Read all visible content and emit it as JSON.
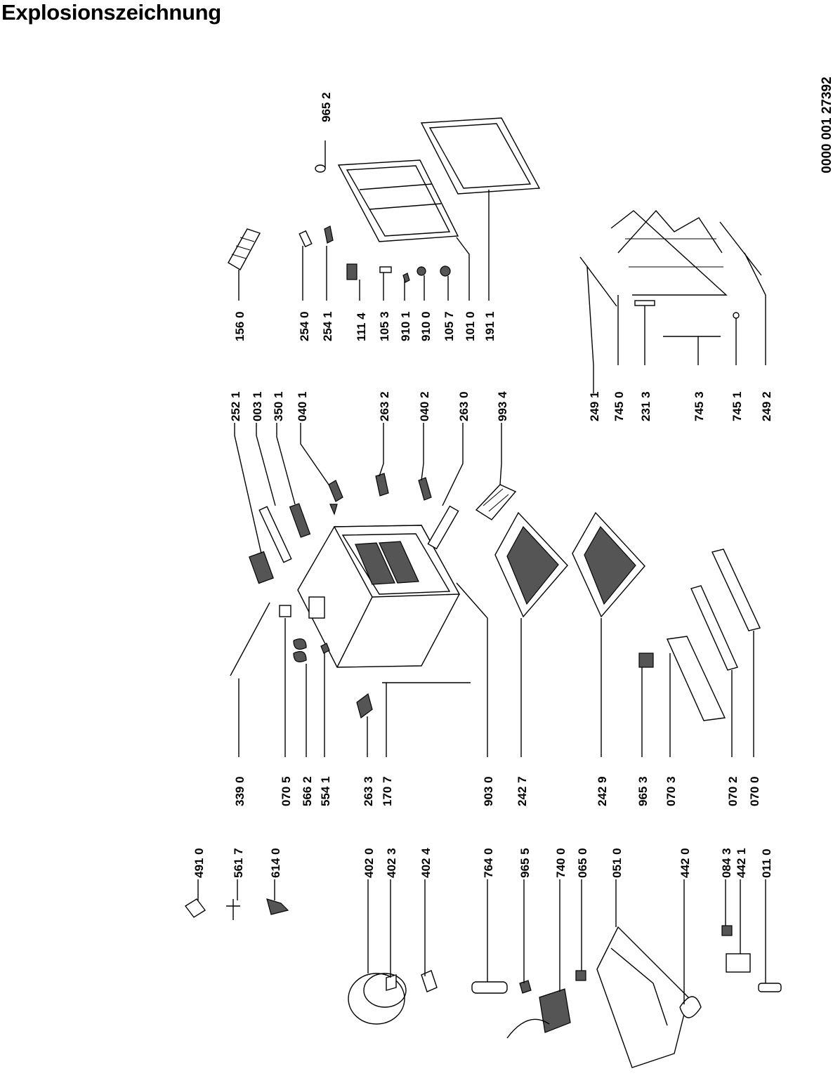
{
  "title": "Explosionszeichnung",
  "document_number": "0000 001 27392",
  "parts": [
    {
      "label": "156 0"
    },
    {
      "label": "254 0"
    },
    {
      "label": "254 1"
    },
    {
      "label": "111 4"
    },
    {
      "label": "105 3"
    },
    {
      "label": "910 1"
    },
    {
      "label": "910 0"
    },
    {
      "label": "105 7"
    },
    {
      "label": "101 0"
    },
    {
      "label": "191 1"
    },
    {
      "label": "965 2"
    },
    {
      "label": "252 1"
    },
    {
      "label": "003 1"
    },
    {
      "label": "350 1"
    },
    {
      "label": "040 1"
    },
    {
      "label": "263 2"
    },
    {
      "label": "040 2"
    },
    {
      "label": "263 0"
    },
    {
      "label": "993 4"
    },
    {
      "label": "249 1"
    },
    {
      "label": "745 0"
    },
    {
      "label": "231 3"
    },
    {
      "label": "745 3"
    },
    {
      "label": "745 1"
    },
    {
      "label": "249 2"
    },
    {
      "label": "491 0"
    },
    {
      "label": "561 7"
    },
    {
      "label": "614 0"
    },
    {
      "label": "402 0"
    },
    {
      "label": "402 3"
    },
    {
      "label": "402 4"
    },
    {
      "label": "764 0"
    },
    {
      "label": "965 5"
    },
    {
      "label": "740 0"
    },
    {
      "label": "065 0"
    },
    {
      "label": "051 0"
    },
    {
      "label": "442 0"
    },
    {
      "label": "084 3"
    },
    {
      "label": "442 1"
    },
    {
      "label": "011 0"
    },
    {
      "label": "339 0"
    },
    {
      "label": "070 5"
    },
    {
      "label": "566 2"
    },
    {
      "label": "554 1"
    },
    {
      "label": "263 3"
    },
    {
      "label": "170 7"
    },
    {
      "label": "903 0"
    },
    {
      "label": "242 7"
    },
    {
      "label": "242 9"
    },
    {
      "label": "965 3"
    },
    {
      "label": "070 3"
    },
    {
      "label": "070 2"
    },
    {
      "label": "070 0"
    }
  ]
}
